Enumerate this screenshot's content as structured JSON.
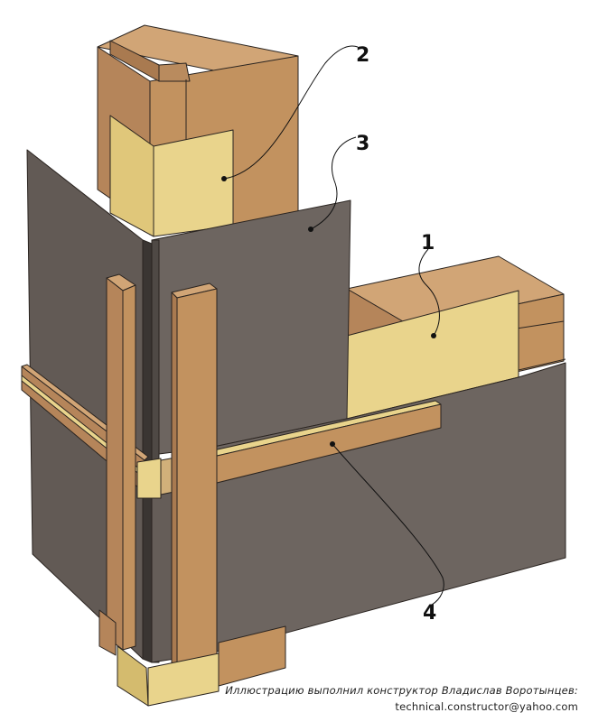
{
  "callouts": {
    "c1": "1",
    "c2": "2",
    "c3": "3",
    "c4": "4"
  },
  "credit": {
    "line1": "Иллюстрацию выполнил конструктор Владислав Воротынцев:",
    "line2": "technical.constructor@yahoo.com"
  },
  "colors": {
    "wood": "#b8875a",
    "wood_light": "#c89a6a",
    "wood_dark": "#8e6440",
    "insulation": "#e6cf84",
    "insulation_dark": "#d4bb6e",
    "panel": "#6d6560",
    "panel_dark": "#4f4945",
    "panel_edge": "#3a3532",
    "lines": "#2a2420"
  }
}
